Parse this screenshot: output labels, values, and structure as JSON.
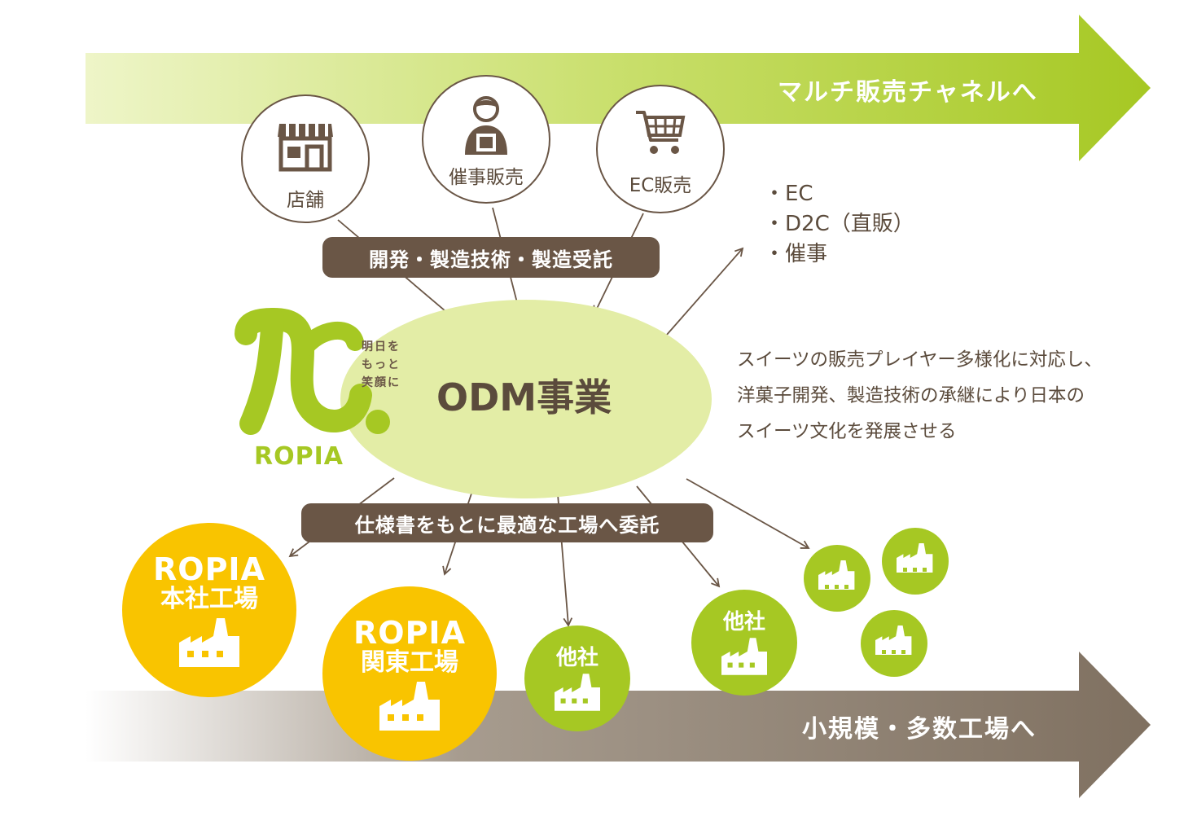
{
  "top_arrow": {
    "label": "マルチ販売チャネルへ",
    "color": "#a6c823"
  },
  "bottom_arrow": {
    "label": "小規模・多数工場へ",
    "color": "#7f7060"
  },
  "channels": [
    {
      "label": "店舗",
      "icon": "store-icon"
    },
    {
      "label": "催事販売",
      "icon": "salesperson-icon"
    },
    {
      "label": "EC販売",
      "icon": "shopping-cart-icon"
    }
  ],
  "pills": {
    "top": "開発・製造技術・製造受託",
    "bottom": "仕様書をもとに最適な工場へ委託"
  },
  "center": {
    "title": "ODM事業",
    "color": "#e3eda6"
  },
  "logo": {
    "name": "ROPIA",
    "tagline": [
      "明日を",
      "もっと",
      "笑顔に"
    ],
    "color": "#a6c823"
  },
  "bullets": [
    "・EC",
    "・D2C（直販）",
    "・催事"
  ],
  "description": [
    "スイーツの販売プレイヤー多様化に対応し、",
    "洋菓子開発、製造技術の承継により日本の",
    "スイーツ文化を発展させる"
  ],
  "factories": {
    "honsha": {
      "line1": "ROPIA",
      "line2": "本社工場"
    },
    "kanto": {
      "line1": "ROPIA",
      "line2": "関東工場"
    },
    "other1": {
      "label": "他社"
    },
    "other2": {
      "label": "他社"
    }
  },
  "colors": {
    "brown": "#6a5646",
    "yellow": "#f9c400",
    "green": "#a6c823",
    "pale_green": "#e3eda6"
  }
}
